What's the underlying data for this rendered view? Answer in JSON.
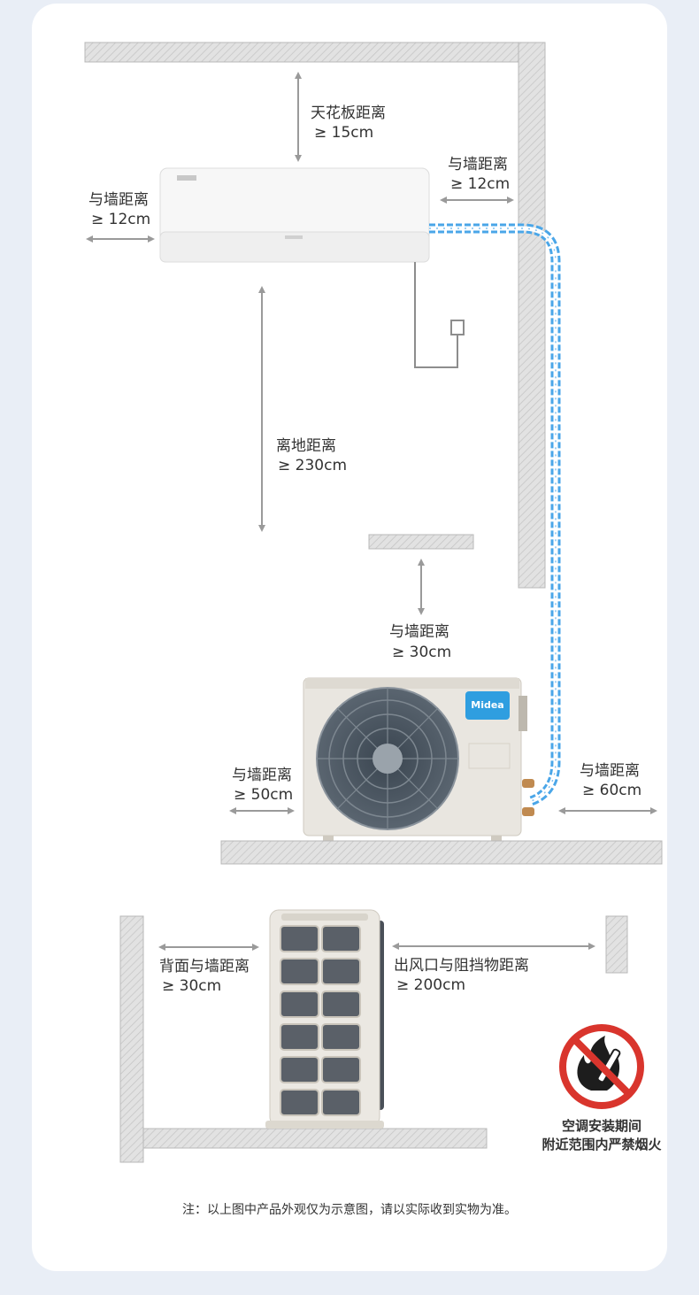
{
  "labels": {
    "ceiling_title": "天花板距离",
    "ceiling_value": "≥ 15cm",
    "right_wall_top_title": "与墙距离",
    "right_wall_top_value": "≥ 12cm",
    "left_wall_top_title": "与墙距离",
    "left_wall_top_value": "≥ 12cm",
    "floor_title": "离地距离",
    "floor_value": "≥ 230cm",
    "outdoor_top_title": "与墙距离",
    "outdoor_top_value": "≥ 30cm",
    "outdoor_left_title": "与墙距离",
    "outdoor_left_value": "≥ 50cm",
    "outdoor_right_title": "与墙距离",
    "outdoor_right_value": "≥ 60cm",
    "back_title": "背面与墙距离",
    "back_value": "≥ 30cm",
    "outlet_title": "出风口与阻挡物距离",
    "outlet_value": "≥ 200cm"
  },
  "brand": "Midea",
  "warning": {
    "line1": "空调安装期间",
    "line2": "附近范围内严禁烟火"
  },
  "note": "注：以上图中产品外观仅为示意图，请以实际收到实物为准。",
  "colors": {
    "pipe": "#4aa6e8",
    "brand": "#2f9ee0",
    "prohibit": "#d9352d",
    "wall": "#d9d9d9",
    "arrow": "#9a9a9a"
  }
}
